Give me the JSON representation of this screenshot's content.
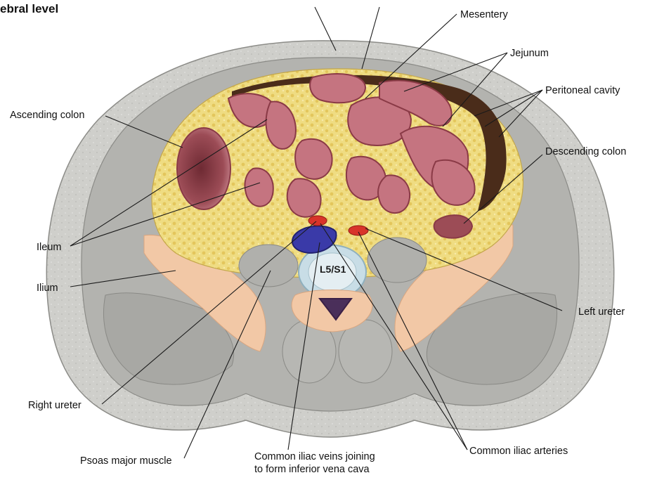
{
  "title": "ebral level",
  "vertebra_label": "L5/S1",
  "labels": {
    "mesentery": "Mesentery",
    "jejunum": "Jejunum",
    "peritoneal_cavity": "Peritoneal cavity",
    "ascending_colon": "Ascending colon",
    "descending_colon": "Descending colon",
    "ileum": "Ileum",
    "ilium": "Ilium",
    "left_ureter": "Left ureter",
    "right_ureter": "Right ureter",
    "psoas_major": "Psoas major muscle",
    "common_iliac_veins_line1": "Common iliac veins joining",
    "common_iliac_veins_line2": "to form inferior vena cava",
    "common_iliac_arteries": "Common iliac arteries"
  },
  "colors": {
    "skin": "#c9c9c6",
    "muscle": "#a9a9a6",
    "fat": "#eed97a",
    "bowel": "#c0707c",
    "bowel_dark": "#8a3a46",
    "mesentery_dark": "#4a2c1a",
    "bone": "#f2c9a8",
    "vein": "#3a3aa8",
    "artery": "#d8342a",
    "disc": "#c8dde6"
  }
}
